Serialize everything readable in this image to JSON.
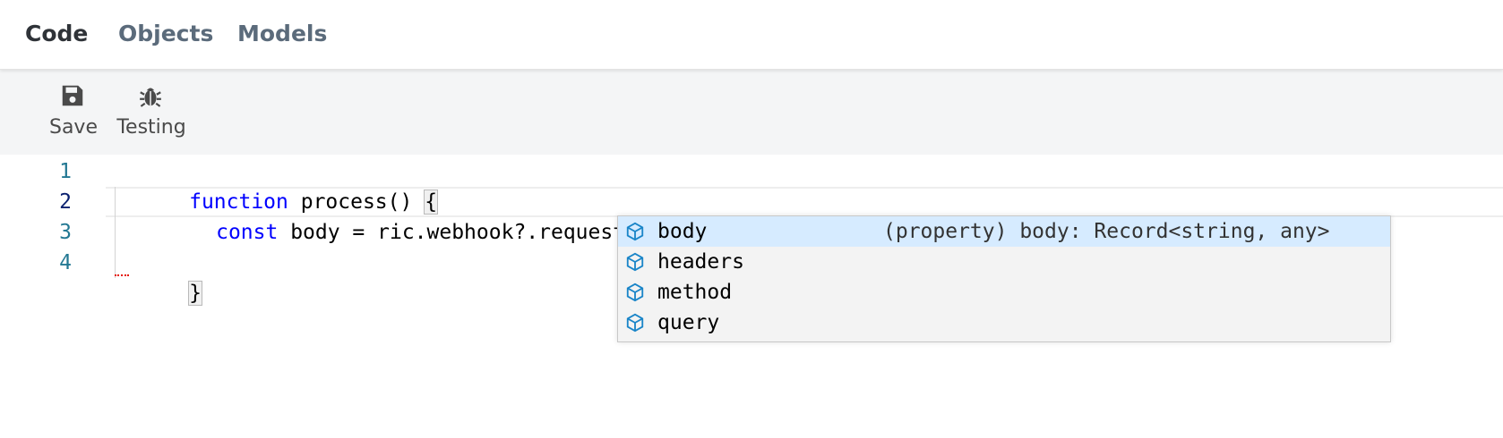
{
  "tabs": [
    {
      "label": "Code",
      "active": true
    },
    {
      "label": "Objects",
      "active": false
    },
    {
      "label": "Models",
      "active": false
    }
  ],
  "toolbar": {
    "save_label": "Save",
    "testing_label": "Testing"
  },
  "editor": {
    "line_numbers": [
      "1",
      "2",
      "3",
      "4"
    ],
    "current_line": 2,
    "lines": {
      "l1_keyword": "function",
      "l1_rest": " process() ",
      "l1_brace": "{",
      "l2_keyword": "const",
      "l2_rest": " body = ric.webhook?.request?.",
      "l4_brace": "}"
    }
  },
  "suggest": {
    "items": [
      {
        "label": "body",
        "detail": "(property) body: Record<string, any>",
        "icon": "property-cube-icon"
      },
      {
        "label": "headers",
        "detail": "",
        "icon": "property-cube-icon"
      },
      {
        "label": "method",
        "detail": "",
        "icon": "property-cube-icon"
      },
      {
        "label": "query",
        "detail": "",
        "icon": "property-cube-icon"
      }
    ],
    "selected_index": 0
  },
  "colors": {
    "keyword": "#0000ff",
    "line_number": "#237893",
    "suggest_selected": "#d6ebff",
    "icon_blue": "#1a85c8"
  }
}
